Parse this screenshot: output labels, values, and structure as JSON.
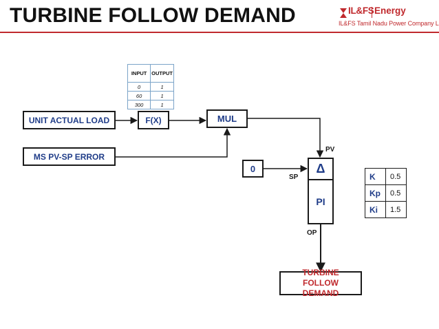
{
  "header": {
    "title": "TURBINE FOLLOW DEMAND",
    "title_rule_color": "#c0292d"
  },
  "logo": {
    "brand": "IL&FS",
    "product": "Energy",
    "subtitle": "IL&FS Tamil Nadu Power Company Limited",
    "color": "#c0292d"
  },
  "lookup_table": {
    "headers": [
      "INPUT",
      "OUTPUT"
    ],
    "rows": [
      [
        "0",
        "1"
      ],
      [
        "60",
        "1"
      ],
      [
        "300",
        "1"
      ]
    ]
  },
  "blocks": {
    "unit_actual_load": "UNIT ACTUAL LOAD",
    "function_block": "F(X)",
    "multiplier": "MUL",
    "ms_pv_sp_error": "MS PV-SP ERROR",
    "setpoint_constant": "0",
    "delta": "Δ",
    "pi": "PI",
    "output": "TURBINE FOLLOW DEMAND"
  },
  "port_labels": {
    "pv": "PV",
    "sp": "SP",
    "op": "OP"
  },
  "gains": [
    {
      "name": "K",
      "value": "0.5"
    },
    {
      "name": "Kp",
      "value": "0.5"
    },
    {
      "name": "Ki",
      "value": "1.5"
    }
  ],
  "colors": {
    "block_text": "#1f3c88",
    "output_text": "#c0292d",
    "wire": "#1a1a1a"
  }
}
